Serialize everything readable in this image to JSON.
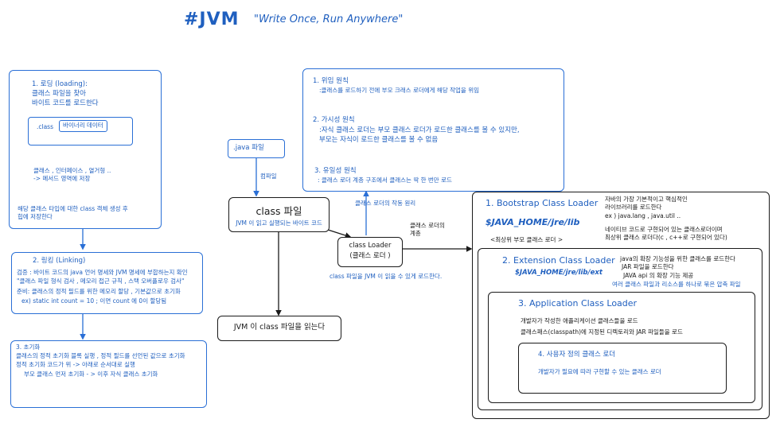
{
  "header": {
    "title": "#JVM",
    "subtitle": "\"Write Once, Run Anywhere\""
  },
  "loading": {
    "title": "1. 로딩 (loading):",
    "line1": "클래스 파일을 찾아",
    "line2": "바이트 코드를 로드한다",
    "class_label": ".class",
    "binary_label": "바이너리 데이터",
    "method_line1": "클래스 , 인터페이스 , 열거형 ..",
    "method_line2": "-> 메서드 영역에 저장",
    "heap_line1": "해당 클래스 타입에 대한 class 객체 생성 후",
    "heap_line2": "힙에 저장한다"
  },
  "linking": {
    "title": "2. 링킹 (Linking)",
    "line1": "검증 : 바이트 코드의 java 언어 명세와 JVM 명세에 부합하는지 확인",
    "line2": "\"클래스 파일 형식 검사 , 메모리 접근 규칙 , 스택 오버플로우 검사\"",
    "line3": "준비: 클래스의 정적 필드를 위한 메모리 할당 , 기본값으로 초기화",
    "line4": "ex) static int count = 10 ; 이면 count 에 0이 할당됨"
  },
  "init": {
    "title": "3. 초기화",
    "line1": "클래스의 정적 초기화 블록 실행 , 정적 필드를 선언된 값으로 초기화",
    "line2": "정적 초기화 코드가 위 -> 아래로 순서대로 실행",
    "line3": "부모 클래스 먼저 초기화 - > 이후 자식 클래스 초기화"
  },
  "java_file": {
    "label": ".java 파일",
    "compile": "컴파일"
  },
  "class_file": {
    "title": "class 파일",
    "desc": "JVM 이 읽고 실행되는 바이트 코드"
  },
  "jvm_reads": {
    "label": "JVM 이 class 파일을 읽는다"
  },
  "principles": {
    "p1_title": "1. 위임 원칙",
    "p1_desc": ":클래스를 로드하기 전에 부모 크래스 로더에게 해당 작업을 위임",
    "p2_title": "2. 가시성 원칙",
    "p2_desc1": ":자식 클래스 로더는 부모 클래스 로더가 로드한 클래스를 볼 수 있지만,",
    "p2_desc2": "부모는 자식이 로드한 클래스를 볼 수 없음",
    "p3_title": "3. 유일성 원칙",
    "p3_desc": ": 클래스 로더 계층 구조에서 클래스는 딱 한 번만 로드"
  },
  "class_loader": {
    "title": "class Loader",
    "subtitle": "(클래스 로더 )",
    "principle_note": "클래스 로더의 작동 원리",
    "hierarchy_note1": "클래스 로더의",
    "hierarchy_note2": "계층",
    "load_note": "class 파일을 JVM 이 읽을 수 있게 로드한다."
  },
  "bootstrap": {
    "title": "1. Bootstrap Class Loader",
    "path": "$JAVA_HOME/jre/lib",
    "note": "<최상위 부모 클래스 로더 >",
    "desc1": "자바의 가장 기본적이고 핵심적인",
    "desc2": "라이브러리를 로드한다",
    "desc3": "ex ) java.lang , java.util ..",
    "desc4": "네이티브 코드로 구현되어 있는 클래스로더이며",
    "desc5": "최상위 클래스 로더다(c , c++로 구현되어 있다)"
  },
  "extension": {
    "title": "2. Extension Class Loader",
    "path": "$JAVA_HOME/jre/lib/ext",
    "desc1": "java의 확장 기능성을 위한 클래스를 로드한다",
    "desc2": "JAR 파일을 로드한다",
    "desc3": "JAVA api 의 확장 기능 제공",
    "desc4": "여러 클래스 파일과 리소스를 하나로 묶은 압축 파일"
  },
  "application": {
    "title": "3. Application Class Loader",
    "desc1": "개발자가 작성한 애플리케이션 클래스들을 로드",
    "desc2": "클래스패스(classpath)에 지정된 디렉토리와 JAR 파일들을 로드"
  },
  "user_defined": {
    "title": "4. 사용자 정의 클래스 로더",
    "desc": "개발자가 필요에 따라 구현할 수 있는 클래스 로더"
  },
  "colors": {
    "accent": "#1f5fbf",
    "box_blue": "#2a6fd6",
    "ink": "#1a1a1a"
  }
}
